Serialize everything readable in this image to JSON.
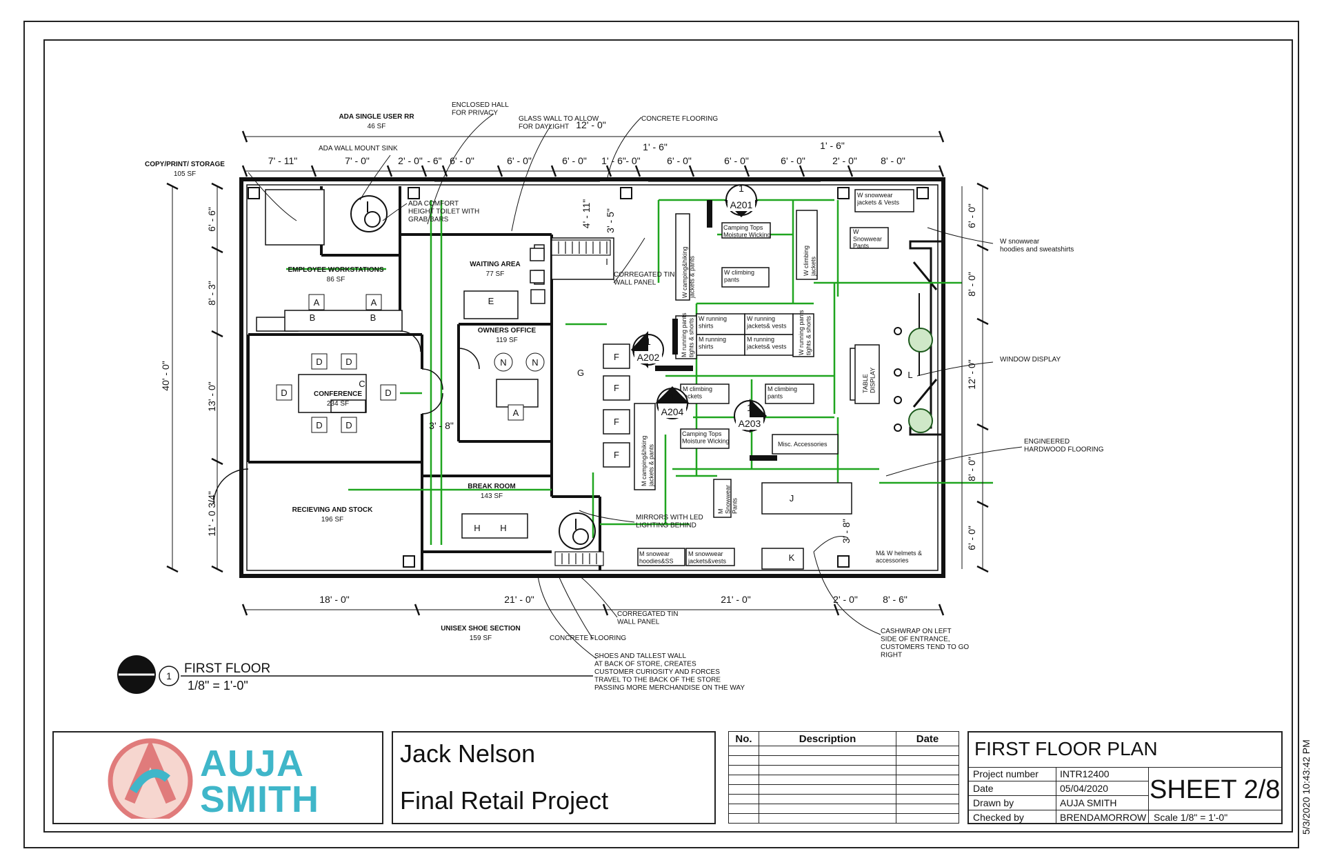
{
  "rooms": {
    "ada_rr": {
      "name": "ADA SINGLE USER RR",
      "area": "46 SF"
    },
    "copy": {
      "name": "COPY/PRINT/ STORAGE",
      "area": "105 SF"
    },
    "employee": {
      "name": "EMPLOYEE WORKSTATIONS",
      "area": "86 SF"
    },
    "waiting": {
      "name": "WAITING AREA",
      "area": "77 SF"
    },
    "owners": {
      "name": "OWNERS OFFICE",
      "area": "119 SF"
    },
    "conference": {
      "name": "CONFERENCE",
      "area": "234 SF"
    },
    "break": {
      "name": "BREAK ROOM",
      "area": "143 SF"
    },
    "receiving": {
      "name": "RECIEVING AND STOCK",
      "area": "196 SF"
    },
    "shoe": {
      "name": "UNISEX  SHOE SECTION",
      "area": "159 SF"
    }
  },
  "notes": {
    "enclosed_hall": "ENCLOSED HALL\nFOR PRIVACY",
    "glass_wall": "GLASS WALL TO ALLOW\nFOR DAYLIGHT",
    "concrete_top": "CONCRETE FLOORING",
    "ada_sink": "ADA WALL MOUNT SINK",
    "ada_toilet": "ADA COMFORT\nHEIGHT TOILET WITH\nGRAB BARS",
    "tin_top": "CORREGATED TIN\nWALL PANEL",
    "w_snow_hoodies": "W snowwear\nhoodies and sweatshirts",
    "window_display": "WINDOW DISPLAY",
    "hardwood": "ENGINEERED\nHARDWOOD FLOORING",
    "mirrors": "MIRRORS WITH LED\nLIGHTING BEHIND",
    "tin_bottom": "CORREGATED TIN\nWALL PANEL",
    "concrete_bottom": "CONCRETE FLOORING",
    "shoes_wall": "SHOES AND TALLEST WALL\nAT BACK OF STORE, CREATES\nCUSTOMER CURIOSITY AND FORCES\nTRAVEL TO THE BACK OF THE STORE\nPASSING MORE MERCHANDISE ON THE WAY",
    "cashwrap": "CASHWRAP ON LEFT\nSIDE OF ENTRANCE,\nCUSTOMERS TEND TO GO\nRIGHT"
  },
  "fixtures": {
    "w_snow_jackets": "W snowwear\njackets & Vests",
    "w_snow_pants": "W\nSnowwear\nPants",
    "camping_tops_top": "Camping Tops\nMoisture Wicking",
    "w_climb_pants": "W climbing\npants",
    "w_climb_jackets": "W climbing\njackets",
    "w_camp_hike": "W camping&hiking\njackets & pants",
    "w_run_shirts_1": "W running\nshirts",
    "w_run_jackets_1": "W running\njackets& vests",
    "w_run_shirts_2": "M running\nshirts",
    "w_run_jackets_2": "M running\njackets& vests",
    "w_run_pants": "W running pants\ntights & shorts",
    "m_run_pants": "M running pants\ntights & shorts",
    "m_climb_jackets": "M climbing\njackets",
    "m_climb_pants": "M climbing\npants",
    "camping_tops_bottom": "Camping Tops\nMoisture Wicking",
    "misc": "Misc. Accessories",
    "m_camp_hike": "M camping&hiking\njackets & pants",
    "table_display": "TABLE\nDISPLAY",
    "m_snow_pants": "M\nSnowwear\nPants",
    "m_snow_hoodies": "M snowear\nhoodies&SS",
    "m_snow_jackets": "M snowwear\njackets&vests",
    "helmets": "M& W helmets &\naccessories"
  },
  "dimensions": {
    "top": [
      "7' - 11\"",
      "7' - 0\"",
      "2' - 0\"",
      "- 6\"",
      "6' - 0\"",
      "6' - 0\"",
      "6' - 0\"",
      "1' - 6\"",
      "- 0\"",
      "6' - 0\"",
      "6' - 0\"",
      "6' - 0\"",
      "2' - 0\"",
      "8' - 0\""
    ],
    "top_extra": [
      "1' - 6\"",
      "1' - 6\"",
      "12' - 0\""
    ],
    "bottom": [
      "18' - 0\"",
      "21' - 0\"",
      "21' - 0\"",
      "2' - 0\"",
      "8' - 6\""
    ],
    "left": [
      "6' - 6\"",
      "8' - 3\"",
      "13' - 0\"",
      "11' - 0 3/4\""
    ],
    "left_overall": "40' - 0\"",
    "right": [
      "6' - 0\"",
      "8' - 0\"",
      "12' - 0\"",
      "8' - 0\"",
      "6' - 0\""
    ],
    "interior": [
      "4' - 11\"",
      "3' - 5\"",
      "3' - 8\"",
      "3' - 8\""
    ]
  },
  "sections": [
    "A201",
    "A202",
    "A203",
    "A204"
  ],
  "view": {
    "title": "FIRST FLOOR",
    "scale": "1/8\" = 1'-0\"",
    "number": "1"
  },
  "titleblock": {
    "logo_line1": "AUJA",
    "logo_line2": "SMITH",
    "client_name": "Jack Nelson",
    "project_name": "Final Retail Project",
    "rev_headers": [
      "No.",
      "Description",
      "Date"
    ],
    "sheet_title": "FIRST FLOOR PLAN",
    "project_number_label": "Project number",
    "project_number": "INTR12400",
    "date_label": "Date",
    "date": "05/04/2020",
    "drawn_label": "Drawn by",
    "drawn": "AUJA SMITH",
    "checked_label": "Checked by",
    "checked": "BRENDAMORROW",
    "sheet_number": "SHEET 2/8",
    "scale": "Scale  1/8\" = 1'-0\""
  },
  "timestamp": "5/3/2020 10:43:42 PM",
  "colors": {
    "accent_teal": "#3fb6c9",
    "logo_red": "#e07b7b",
    "logo_bg": "#f6d6cf",
    "green_line": "#1fa51f"
  }
}
